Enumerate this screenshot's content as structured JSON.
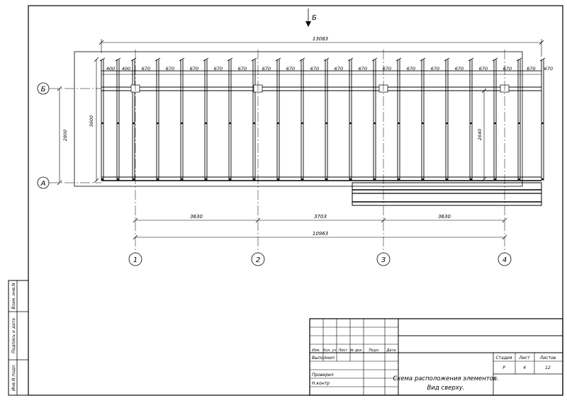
{
  "section_marker": "Б",
  "overall_dimension": "13083",
  "module_dimensions": [
    "400",
    "400",
    "670",
    "670",
    "670",
    "670",
    "670",
    "670",
    "670",
    "670",
    "670",
    "670",
    "670",
    "670",
    "670",
    "670",
    "670",
    "670",
    "670",
    "670"
  ],
  "left_dimensions": {
    "outer": "2800",
    "inner": "3600"
  },
  "right_dimension": "2640",
  "row_axes": [
    {
      "label": "Б"
    },
    {
      "label": "А"
    }
  ],
  "column_axes": [
    {
      "label": "1"
    },
    {
      "label": "2"
    },
    {
      "label": "3"
    },
    {
      "label": "4"
    }
  ],
  "bay_dimensions": [
    "3630",
    "3703",
    "3630"
  ],
  "total_axis_dimension": "10963",
  "side_stamp": {
    "cols": [
      "Инв.N подл.",
      "Подпись и дата",
      "Взам. инв.N"
    ]
  },
  "title_block": {
    "header_cols": [
      "Изм.",
      "Кол. уч",
      "Лист",
      "№ док.",
      "Подп.",
      "Дата"
    ],
    "roles": [
      "Выполнил",
      "Проверил",
      "Н.контр"
    ],
    "drawing_title_line1": "Схема расположения элементов.",
    "drawing_title_line2": "Вид сверху.",
    "stage_label": "Стадия",
    "sheet_label": "Лист",
    "sheets_label": "Листов",
    "stage_value": "Р",
    "sheet_value": "4",
    "sheets_value": "12"
  }
}
